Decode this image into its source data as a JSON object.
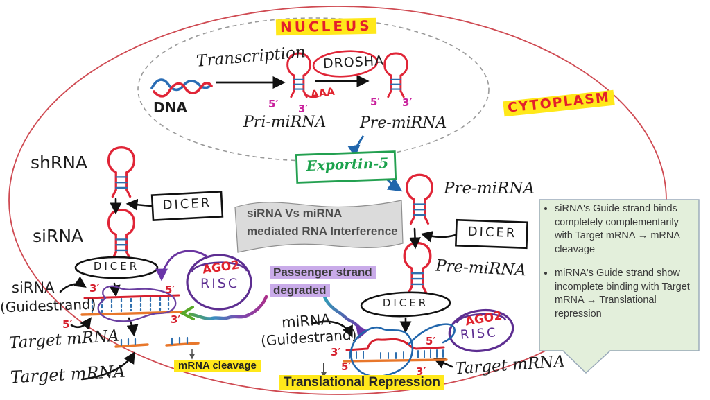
{
  "cell": {
    "nucleus_title": "NUCLEUS",
    "cytoplasm_title": "CYTOPLASM"
  },
  "nucleus": {
    "transcription": "Transcription",
    "dna": "DNA",
    "pri_mirna": "Pri-miRNA",
    "drosha": "DROSHA",
    "pre_mirna": "Pre-miRNA",
    "aaa": "AAA"
  },
  "labels": {
    "five": "5′",
    "three": "3′"
  },
  "transport": {
    "exportin": "Exportin-5"
  },
  "banner": {
    "line1": "siRNA Vs miRNA",
    "line2": "mediated RNA Interference"
  },
  "left": {
    "shrna": "shRNA",
    "sirna": "siRNA",
    "dicer": "DICER",
    "guide_line1": "siRNA",
    "guide_line2": "(Guidestrand)",
    "target_mrna": "Target mRNA",
    "target_mrna2": "Target mRNA",
    "mrna_cleavage": "mRNA cleavage",
    "ago2": "AGO2",
    "risc": "RISC"
  },
  "right": {
    "pre_mirna": "Pre-miRNA",
    "pre_mirna2": "Pre-miRNA",
    "dicer": "DICER",
    "passenger_line1": "Passenger strand",
    "passenger_line2": "degraded",
    "guide_line1": "miRNA",
    "guide_line2": "(Guidestrand)",
    "translational_repression": "Translational Repression",
    "target_mrna": "Target mRNA",
    "ago2": "AGO2",
    "risc": "RISC"
  },
  "callout": {
    "bullet1": "siRNA's Guide strand binds completely complementarily with Target mRNA → mRNA cleavage",
    "bullet2": "miRNA's Guide strand show incomplete binding with Target mRNA → Translational repression"
  }
}
